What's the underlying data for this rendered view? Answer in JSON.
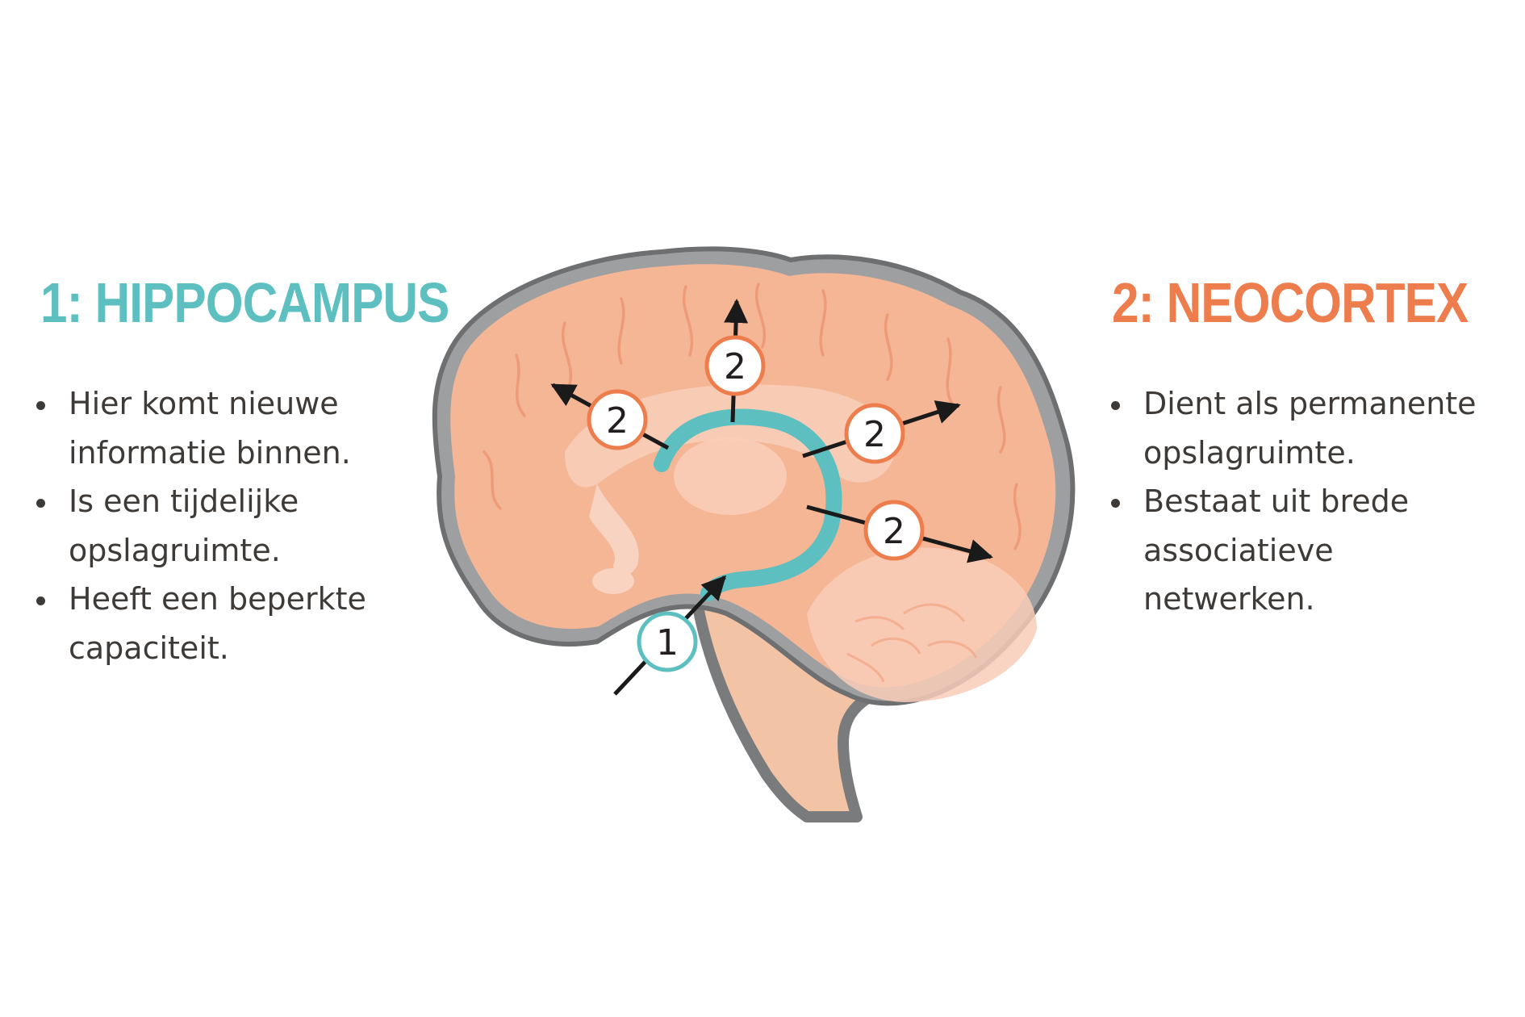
{
  "hippocampus": {
    "title": "1: HIPPOCAMPUS",
    "color": "#5dbfbf",
    "bullets": [
      "Hier komt nieuwe informatie binnen.",
      "Is een tijdelijke opslagruimte.",
      "Heeft een beperkte capaciteit."
    ]
  },
  "neocortex": {
    "title": "2: NEOCORTEX",
    "color": "#ee7d4e",
    "bullets": [
      "Dient als permanente opslagruimte.",
      "Bestaat uit brede associatieve netwerken."
    ]
  },
  "diagram": {
    "markers": [
      {
        "label": "1",
        "type": "hippocampus"
      },
      {
        "label": "2",
        "type": "neocortex"
      },
      {
        "label": "2",
        "type": "neocortex"
      },
      {
        "label": "2",
        "type": "neocortex"
      },
      {
        "label": "2",
        "type": "neocortex"
      }
    ]
  }
}
